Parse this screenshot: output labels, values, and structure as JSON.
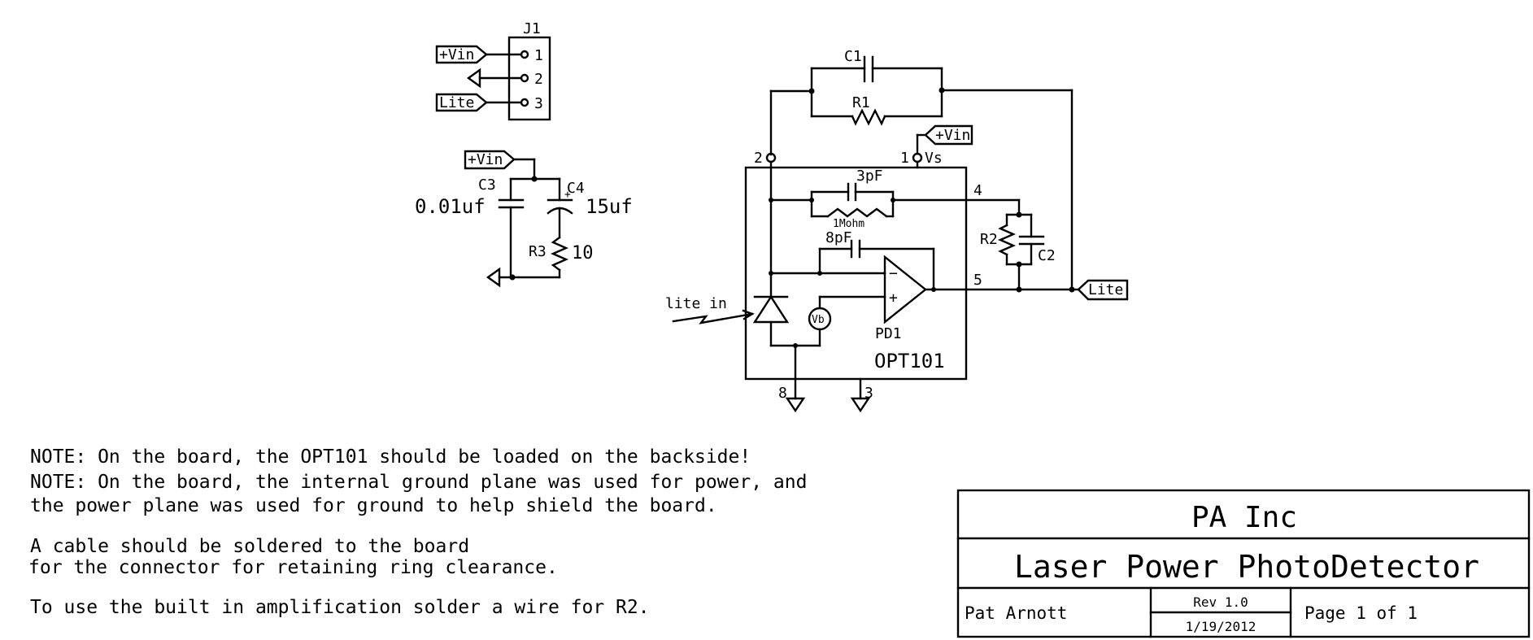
{
  "schematic": {
    "connector": {
      "ref": "J1",
      "pins": [
        {
          "num": "1",
          "net": "+Vin"
        },
        {
          "num": "2",
          "net": "GND"
        },
        {
          "num": "3",
          "net": "Lite"
        }
      ]
    },
    "decoupling": {
      "net_tag": "+Vin",
      "c3": {
        "ref": "C3",
        "value": "0.01uf"
      },
      "c4": {
        "ref": "C4",
        "value": "15uf",
        "polarity": "+"
      },
      "r3": {
        "ref": "R3",
        "value": "10"
      }
    },
    "feedback": {
      "c1": {
        "ref": "C1"
      },
      "r1": {
        "ref": "R1"
      }
    },
    "ic": {
      "ref": "PD1",
      "part": "OPT101",
      "pin1": "1",
      "pin1_name": "Vs",
      "pin2": "2",
      "pin3": "3",
      "pin4": "4",
      "pin5": "5",
      "pin8": "8",
      "internal_cap": "3pF",
      "internal_res": "1Mohm",
      "comp_cap": "8pF",
      "bias_source": "Vb",
      "opamp_minus": "−",
      "opamp_plus": "+",
      "vin_tag": "+Vin"
    },
    "gain": {
      "r2": {
        "ref": "R2"
      },
      "c2": {
        "ref": "C2"
      },
      "out_tag": "Lite"
    },
    "light_input_label": "lite in"
  },
  "notes": [
    "NOTE: On the board, the OPT101 should be loaded on the backside!",
    "NOTE: On the board, the internal ground plane was used for power, and",
    "the power plane was used for ground to help shield the board.",
    "A cable should be soldered to the board",
    "for the connector for retaining ring clearance.",
    "To use the built in amplification solder a wire for R2."
  ],
  "title_block": {
    "company": "PA Inc",
    "title": "Laser Power PhotoDetector",
    "author": "Pat Arnott",
    "revision": "Rev 1.0",
    "date": "1/19/2012",
    "page": "Page 1 of 1"
  }
}
